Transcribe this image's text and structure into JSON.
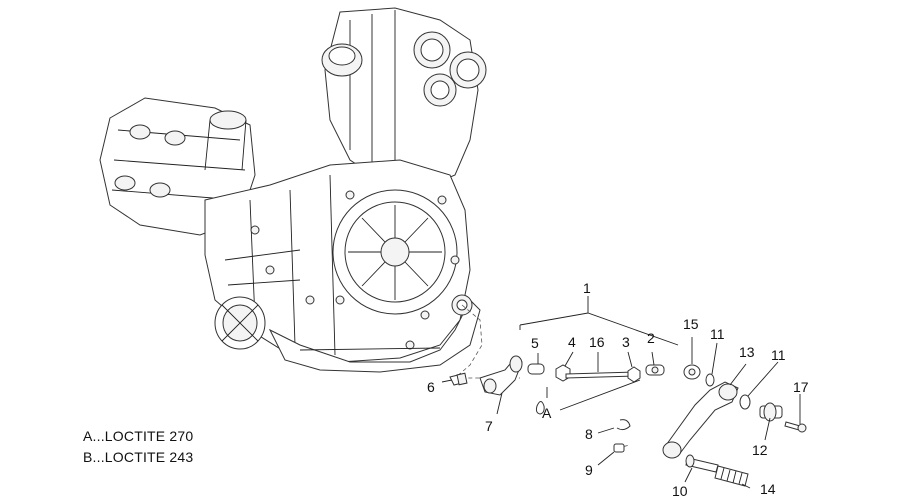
{
  "legend": {
    "a": "A...LOCTITE 270",
    "b": "B...LOCTITE 243"
  },
  "callouts": {
    "c1": "1",
    "c2": "2",
    "c3": "3",
    "c4": "4",
    "c5": "5",
    "c6": "6",
    "c7": "7",
    "c8": "8",
    "c9": "9",
    "c10": "10",
    "c11a": "11",
    "c11b": "11",
    "c12": "12",
    "c13": "13",
    "c14": "14",
    "c15": "15",
    "c16": "16",
    "c17": "17",
    "cA": "A"
  }
}
